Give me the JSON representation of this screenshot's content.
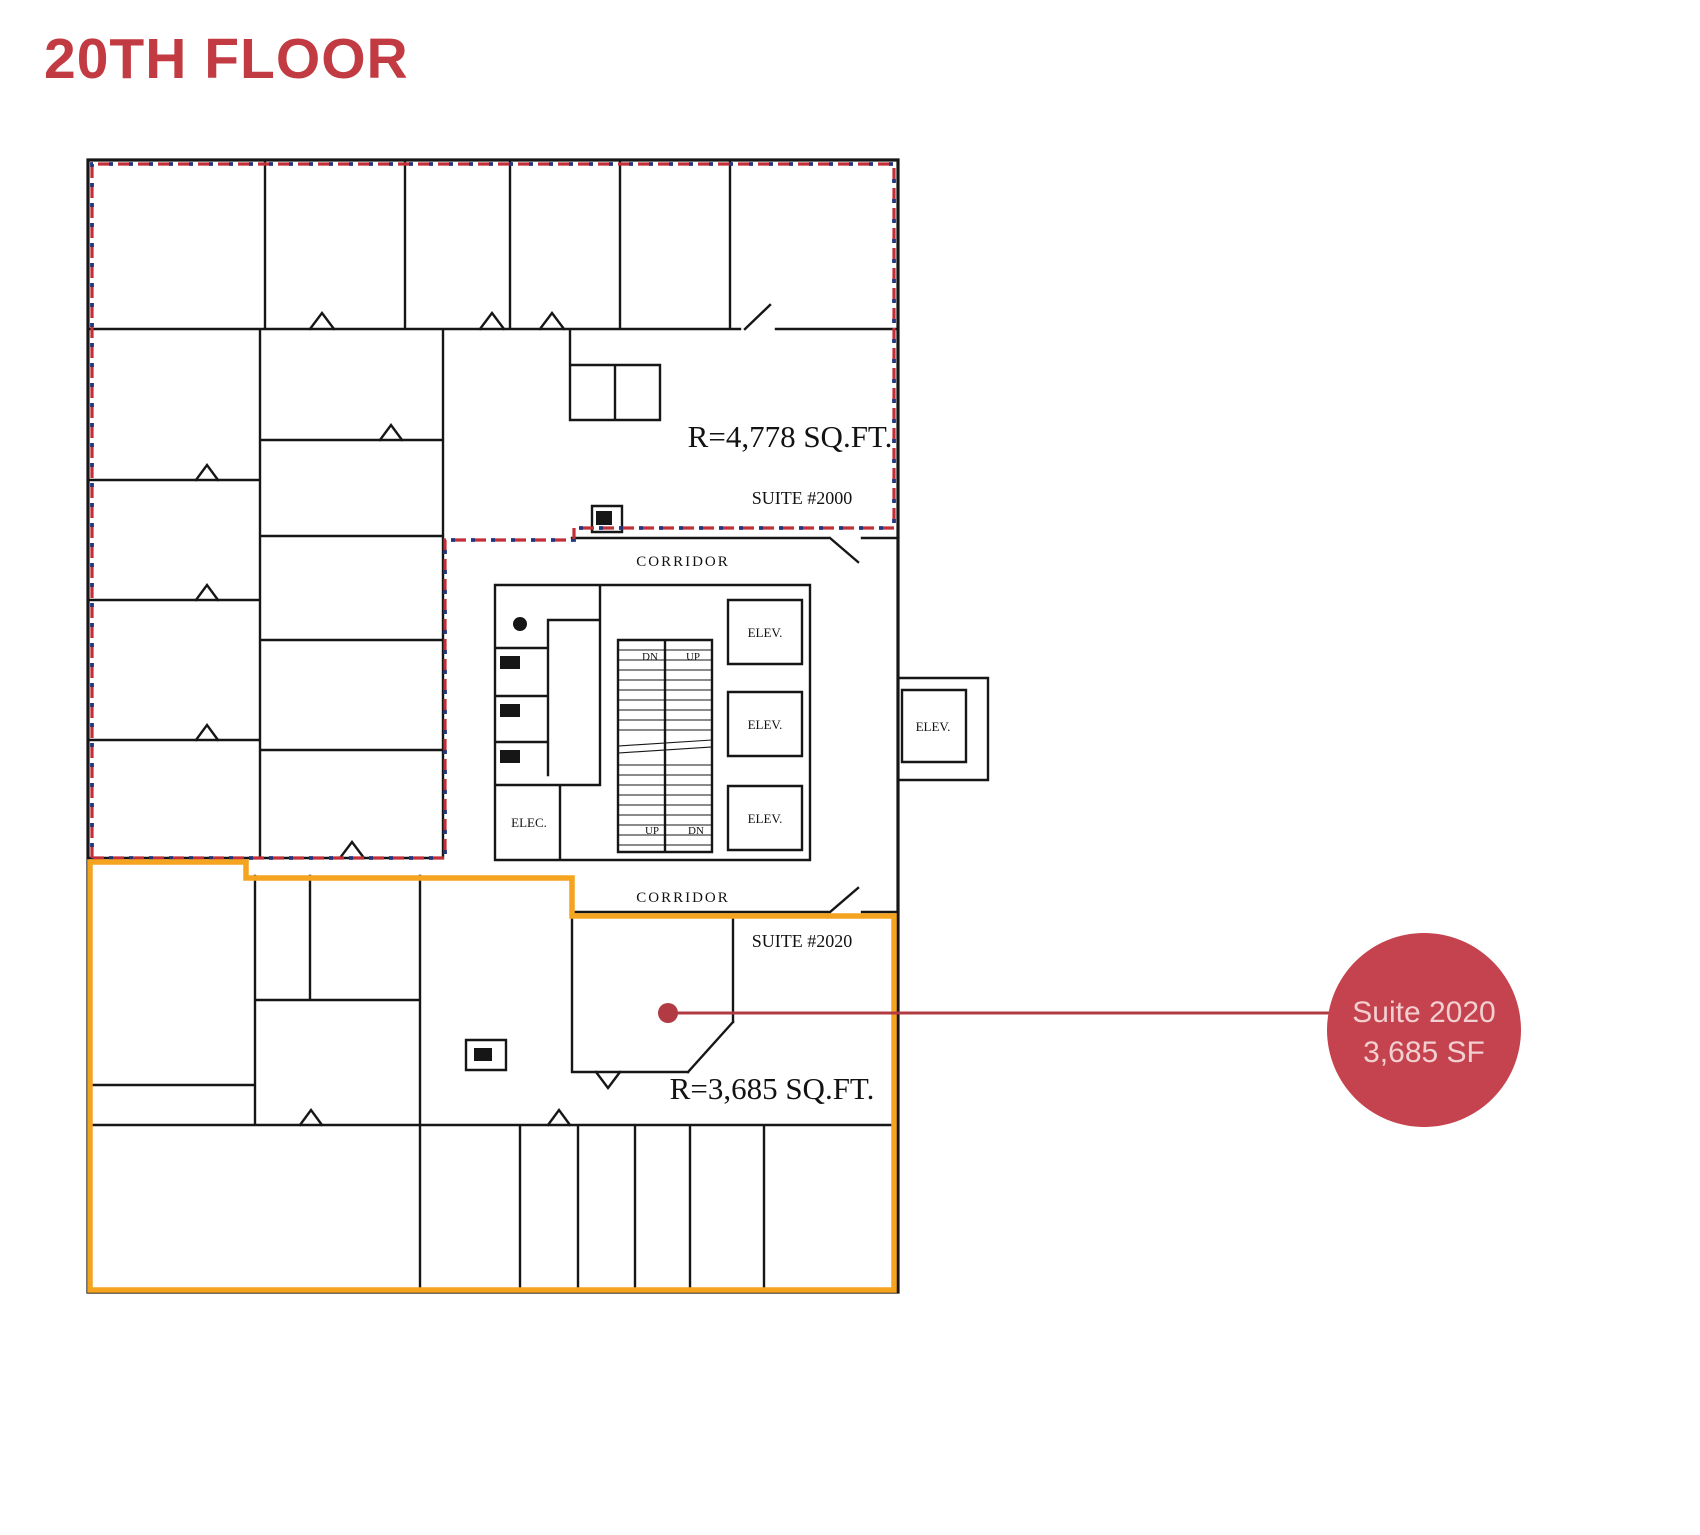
{
  "page": {
    "title": "20TH FLOOR"
  },
  "colors": {
    "accent_red": "#c23b43",
    "wall": "#161616",
    "suite2000_dash_red": "#c22f38",
    "suite2000_dash_blue": "#24357d",
    "suite2020_outline": "#f5a41f",
    "callout_fill": "#c5434e",
    "callout_text": "#f2cfd0",
    "callout_line": "#b23a43"
  },
  "plan": {
    "suite2000": {
      "area": "R=4,778 SQ.FT.",
      "name": "SUITE #2000"
    },
    "suite2020": {
      "area": "R=3,685 SQ.FT.",
      "name": "SUITE #2020"
    },
    "core": {
      "corridor": "CORRIDOR",
      "elevator": "ELEV.",
      "electrical": "ELEC.",
      "up": "UP",
      "down": "DN"
    }
  },
  "callout": {
    "title": "Suite 2020",
    "subtitle": "3,685 SF"
  }
}
